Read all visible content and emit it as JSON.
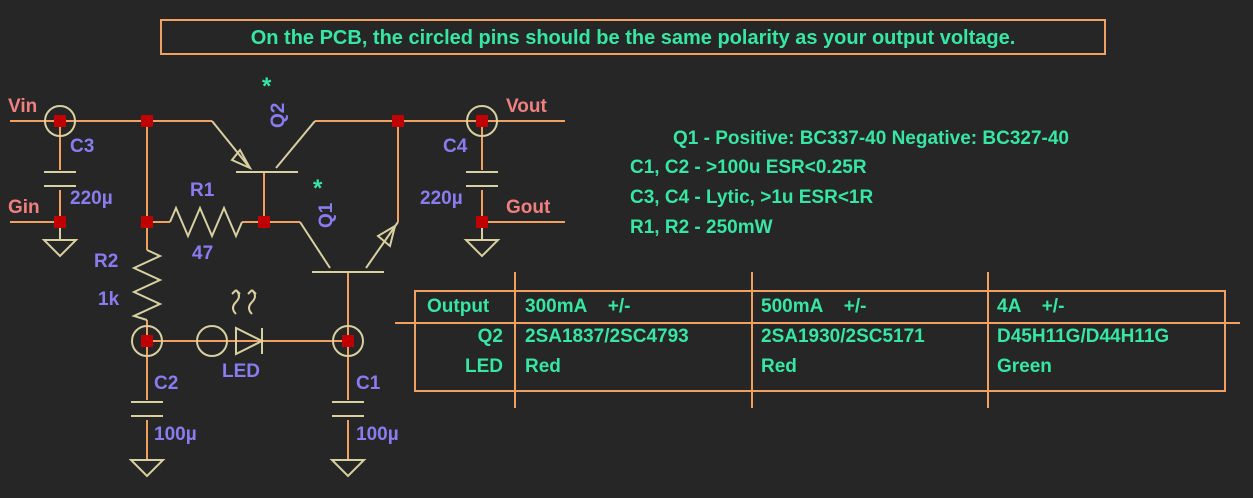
{
  "banner": "On the PCB, the circled pins should be the same polarity as your output voltage.",
  "labels": {
    "vin": "Vin",
    "gin": "Gin",
    "vout": "Vout",
    "gout": "Gout",
    "c3": "C3",
    "c3_value": "220µ",
    "c4": "C4",
    "c4_value": "220µ",
    "r1": "R1",
    "r1_value": "47",
    "r2": "R2",
    "r2_value": "1k",
    "q1": "Q1",
    "q2": "Q2",
    "star": "*",
    "led": "LED",
    "c2": "C2",
    "c2_value": "100µ",
    "c1": "C1",
    "c1_value": "100µ"
  },
  "notes": [
    "Q1 - Positive: BC337-40 Negative: BC327-40",
    "C1, C2 - >100u ESR<0.25R",
    "C3, C4 - Lytic, >1u ESR<1R",
    "R1, R2 - 250mW"
  ],
  "table": {
    "headers": [
      "Output",
      "300mA    +/-",
      "500mA    +/-",
      "4A    +/-"
    ],
    "rows": [
      [
        "Q2",
        "2SA1837/2SC4793",
        "2SA1930/2SC5171",
        "D45H11G/D44H11G"
      ],
      [
        "LED",
        "Red",
        "Red",
        "Green"
      ]
    ]
  },
  "colors": {
    "wire": "#f0a060",
    "component": "#d8d0a0",
    "junction": "#c00000",
    "text_green": "#36e6a3",
    "text_blue": "#8a7cf0",
    "text_pink": "#f08080",
    "background": "#262626"
  }
}
